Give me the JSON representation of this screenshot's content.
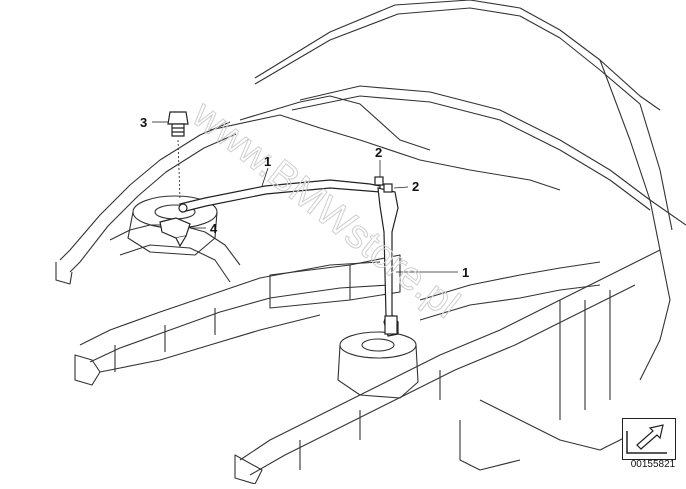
{
  "callouts": [
    {
      "id": "c1a",
      "label": "1"
    },
    {
      "id": "c1b",
      "label": "1"
    },
    {
      "id": "c2a",
      "label": "2"
    },
    {
      "id": "c2b",
      "label": "2"
    },
    {
      "id": "c3",
      "label": "3"
    },
    {
      "id": "c4",
      "label": "4"
    }
  ],
  "watermark": "www.BMWstore.pl",
  "diagram_id": "00155821",
  "colors": {
    "line": "#333333",
    "part": "#222222",
    "watermark": "#cfcfcf"
  }
}
